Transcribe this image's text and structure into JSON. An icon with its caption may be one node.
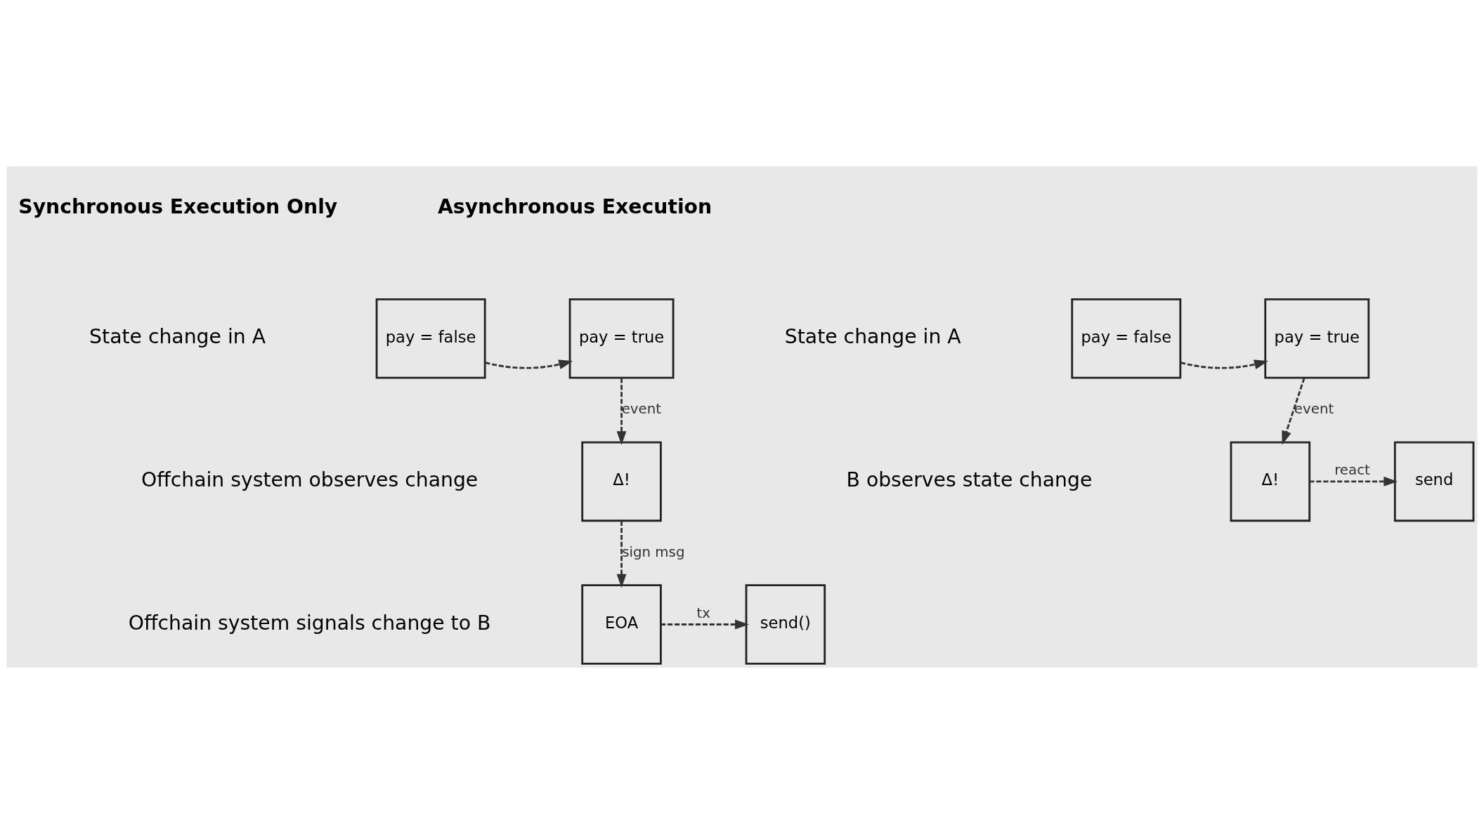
{
  "diagram": {
    "nodes": [
      {
        "text": [
          "pay = false"
        ]
      },
      {
        "text": [
          "pay = true"
        ]
      },
      {
        "text": [
          "Δ!"
        ]
      },
      {
        "text": [
          "EOA"
        ]
      },
      {
        "text": [
          "send()"
        ]
      },
      {
        "text": [
          "pay = false"
        ]
      },
      {
        "text": [
          "pay = true"
        ]
      },
      {
        "text": [
          "Δ!"
        ]
      },
      {
        "text": [
          "send"
        ]
      }
    ],
    "edges": [
      {
        "from": 0,
        "to": 1,
        "arrow": "to",
        "style": "dashed"
      },
      {
        "from": 1,
        "to": 2,
        "arrow": "to",
        "style": "dashed",
        "label": "event"
      },
      {
        "from": 2,
        "to": 3,
        "arrow": "to",
        "style": "dashed",
        "label": "sign msg"
      },
      {
        "from": 3,
        "to": 4,
        "arrow": "to",
        "style": "dashed",
        "label": "tx"
      },
      {
        "from": 5,
        "to": 6,
        "arrow": "to",
        "style": "dashed"
      },
      {
        "from": 6,
        "to": 7,
        "arrow": "to",
        "style": "dashed",
        "label": "event"
      },
      {
        "from": 7,
        "to": 8,
        "arrow": "to",
        "style": "dashed",
        "label": "react"
      }
    ],
    "labels": [
      "Synchronous Execution Only",
      "Asynchronous Execution",
      "State change in A",
      "State change in A",
      "Offchain system observes change",
      "B observes state change",
      "Offchain system signals change to B"
    ]
  }
}
